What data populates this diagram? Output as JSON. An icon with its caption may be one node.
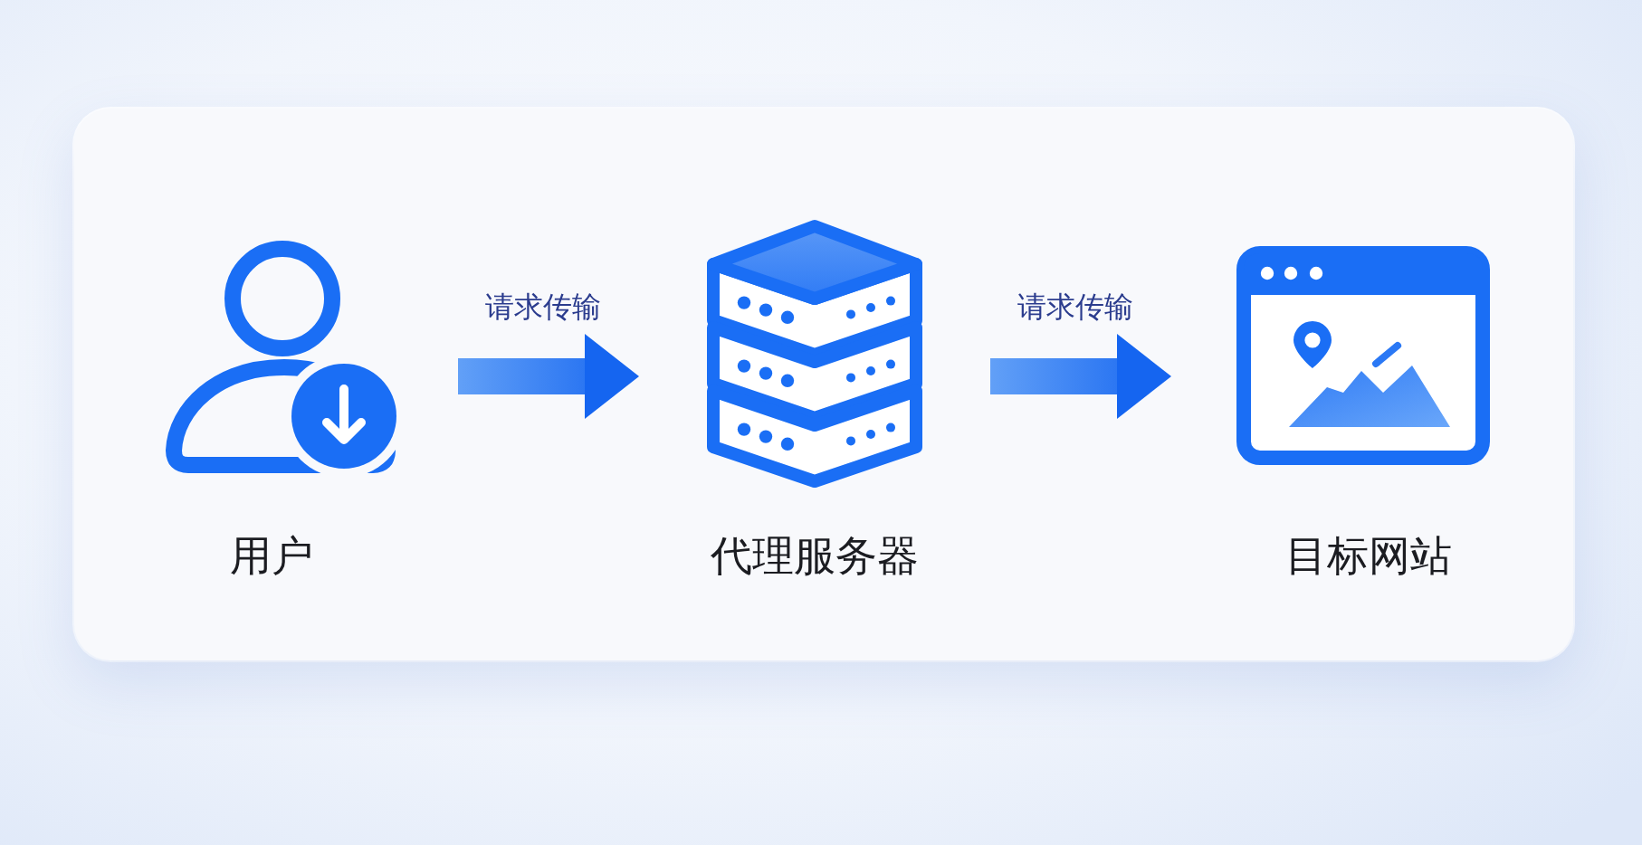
{
  "diagram": {
    "nodes": [
      {
        "text": [
          "用户"
        ]
      },
      {
        "text": [
          "代理服务器"
        ]
      },
      {
        "text": [
          "目标网站"
        ]
      }
    ],
    "edges": [
      {
        "from": 0,
        "to": 1,
        "arrow": "to",
        "label": "请求传输",
        "style": "thick"
      },
      {
        "from": 1,
        "to": 2,
        "arrow": "to",
        "label": "请求传输",
        "style": "thick"
      }
    ]
  }
}
